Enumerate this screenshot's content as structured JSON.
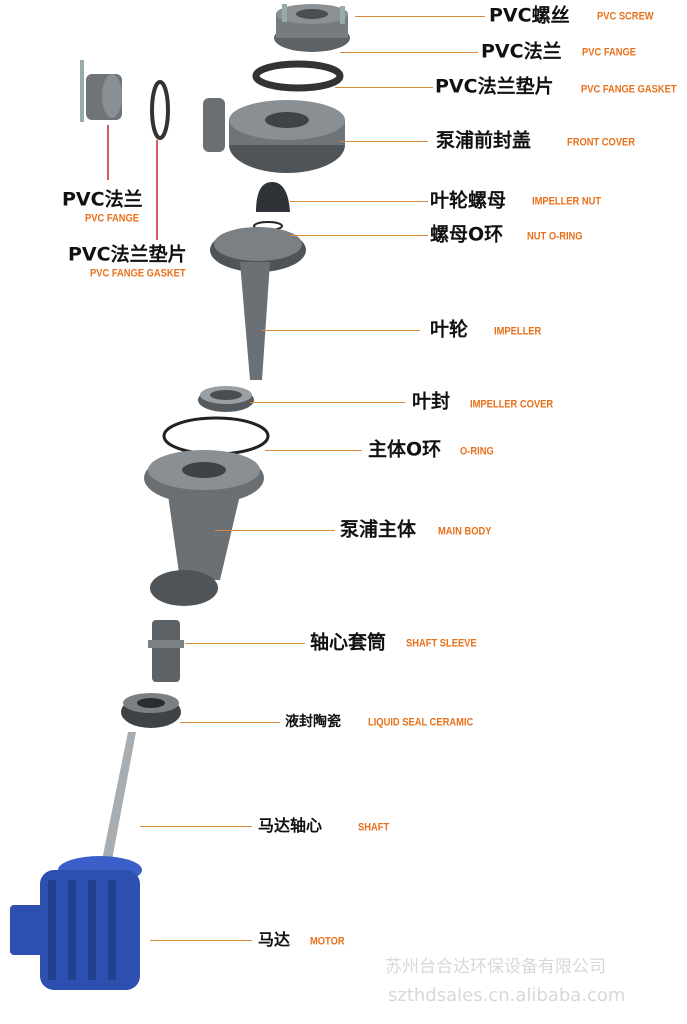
{
  "labels": [
    {
      "cn": "PVC螺丝",
      "en": "PVC SCREW"
    },
    {
      "cn": "PVC法兰",
      "en": "PVC FANGE"
    },
    {
      "cn": "PVC法兰垫片",
      "en": "PVC FANGE GASKET"
    },
    {
      "cn": "泵浦前封盖",
      "en": "FRONT COVER"
    },
    {
      "cn": "叶轮螺母",
      "en": "IMPELLER NUT"
    },
    {
      "cn": "螺母O环",
      "en": "NUT O-RING"
    },
    {
      "cn": "叶轮",
      "en": "IMPELLER"
    },
    {
      "cn": "叶封",
      "en": "IMPELLER COVER"
    },
    {
      "cn": "主体O环",
      "en": "O-RING"
    },
    {
      "cn": "泵浦主体",
      "en": "MAIN BODY"
    },
    {
      "cn": "轴心套筒",
      "en": "SHAFT SLEEVE"
    },
    {
      "cn": "液封陶瓷",
      "en": "LIQUID SEAL CERAMIC"
    },
    {
      "cn": "马达轴心",
      "en": "SHAFT"
    },
    {
      "cn": "马达",
      "en": "MOTOR"
    }
  ],
  "left_labels": [
    {
      "cn": "PVC法兰",
      "en": "PVC FANGE"
    },
    {
      "cn": "PVC法兰垫片",
      "en": "PVC FANGE GASKET"
    }
  ],
  "watermark": {
    "company": "苏州台合达环保设备有限公司",
    "site": "szthdsales.cn.alibaba.com"
  },
  "colors": {
    "label_en": "#e8701a",
    "leader": "#d88a3a",
    "part": "#6b7075",
    "motor": "#2c4fb0"
  }
}
